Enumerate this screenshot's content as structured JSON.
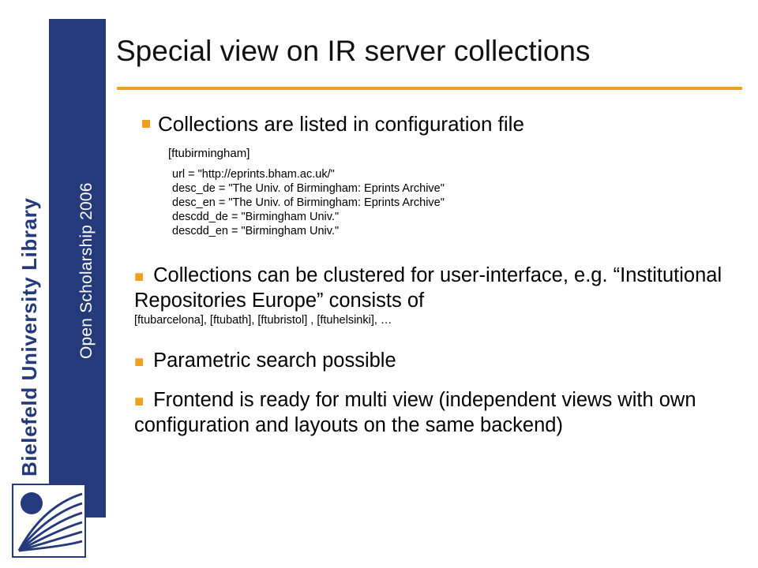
{
  "branding": {
    "library_name": "Bielefeld University Library",
    "event": "Open Scholarship 2006",
    "colors": {
      "band": "#243a7a",
      "accent": "#f0a020"
    }
  },
  "slide": {
    "title": "Special view on IR server collections",
    "bullet1": "Collections are listed in configuration file",
    "config_section": "[ftubirmingham]",
    "config_lines": [
      "url = \"http://eprints.bham.ac.uk/\"",
      "desc_de = \"The Univ. of Birmingham: Eprints Archive\"",
      "desc_en = \"The Univ. of Birmingham: Eprints Archive\"",
      "descdd_de = \"Birmingham Univ.\"",
      "descdd_en = \"Birmingham Univ.\""
    ],
    "bullet2": "Collections can be clustered for user-interface, e.g. “Institutional Repositories Europe” consists of",
    "bullet2_detail": "[ftubarcelona], [ftubath], [ftubristol] , [ftuhelsinki], …",
    "bullet3": "Parametric search possible",
    "bullet4": "Frontend is ready for multi view (independent views with own configuration and layouts on the same backend)"
  },
  "icons": {
    "bullet": "square-bullet-icon",
    "logo": "bielefeld-logo-icon"
  }
}
